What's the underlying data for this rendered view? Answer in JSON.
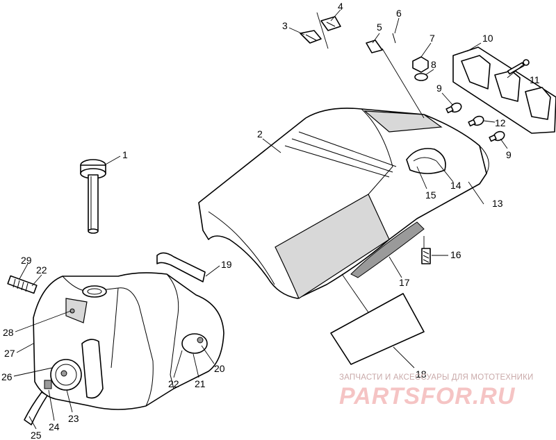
{
  "callouts": [
    {
      "id": "1",
      "text": "1"
    },
    {
      "id": "2",
      "text": "2"
    },
    {
      "id": "3",
      "text": "3"
    },
    {
      "id": "4",
      "text": "4"
    },
    {
      "id": "5",
      "text": "5"
    },
    {
      "id": "6",
      "text": "6"
    },
    {
      "id": "7",
      "text": "7"
    },
    {
      "id": "8",
      "text": "8"
    },
    {
      "id": "9a",
      "text": "9"
    },
    {
      "id": "9b",
      "text": "9"
    },
    {
      "id": "10",
      "text": "10"
    },
    {
      "id": "11",
      "text": "11"
    },
    {
      "id": "12",
      "text": "12"
    },
    {
      "id": "13",
      "text": "13"
    },
    {
      "id": "14",
      "text": "14"
    },
    {
      "id": "15",
      "text": "15"
    },
    {
      "id": "16",
      "text": "16"
    },
    {
      "id": "17",
      "text": "17"
    },
    {
      "id": "18",
      "text": "18"
    },
    {
      "id": "19",
      "text": "19"
    },
    {
      "id": "20",
      "text": "20"
    },
    {
      "id": "21",
      "text": "21"
    },
    {
      "id": "22a",
      "text": "22"
    },
    {
      "id": "22b",
      "text": "22"
    },
    {
      "id": "23",
      "text": "23"
    },
    {
      "id": "24",
      "text": "24"
    },
    {
      "id": "25",
      "text": "25"
    },
    {
      "id": "26",
      "text": "26"
    },
    {
      "id": "27",
      "text": "27"
    },
    {
      "id": "28",
      "text": "28"
    },
    {
      "id": "29",
      "text": "29"
    }
  ],
  "watermark": {
    "tagline": "ЗАПЧАСТИ И АКСЕССУАРЫ ДЛЯ МОТОТЕХНИКИ",
    "logo": "PARTSFOR.RU"
  }
}
